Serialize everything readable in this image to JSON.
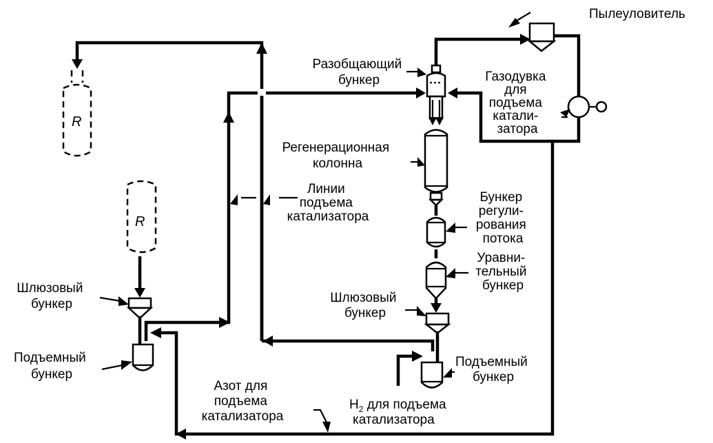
{
  "diagram": {
    "title": "Схема непрерывной регенерации катализатора",
    "reactor_symbol": "R",
    "labels": {
      "dust_collector": "Пылеуловитель",
      "disengaging_hopper": [
        "Разобщающий",
        "бункер"
      ],
      "lift_blower": [
        "Газодувка",
        "для",
        "подъема",
        "катали-",
        "затора"
      ],
      "regeneration_column": [
        "Регенерационная",
        "колонна"
      ],
      "lift_lines": [
        "Линии",
        "подъема",
        "катализатора"
      ],
      "flow_control_hopper": [
        "Бункер",
        "регули-",
        "рования",
        "потока"
      ],
      "surge_hopper": [
        "Уравни-",
        "тельный",
        "бункер"
      ],
      "lock_hopper_right": [
        "Шлюзовый",
        "бункер"
      ],
      "lift_engager_right": [
        "Подъемный",
        "бункер"
      ],
      "lock_hopper_left": [
        "Шлюзовый",
        "бункер"
      ],
      "lift_engager_left": [
        "Подъемный",
        "бункер"
      ],
      "nitrogen_lift": [
        "Азот для",
        "подъема",
        "катализатора"
      ],
      "hydrogen_lift_prefix": "H",
      "hydrogen_lift_sub": "2",
      "hydrogen_lift_rest": " для подъема",
      "hydrogen_lift_line2": "катализатора"
    }
  }
}
